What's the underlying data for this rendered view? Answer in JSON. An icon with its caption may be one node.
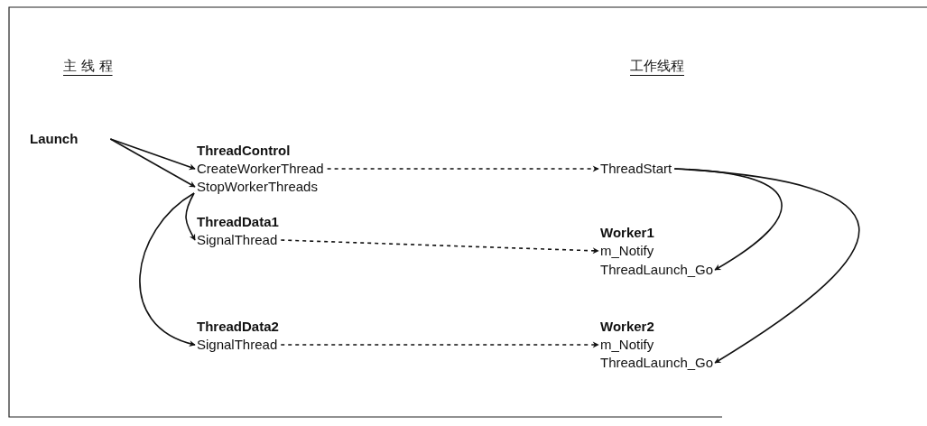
{
  "diagram": {
    "nodes": [
      {
        "text": [
          "Launch"
        ]
      },
      {
        "text": [
          "CreateWorkerThread"
        ]
      },
      {
        "text": [
          "StopWorkerThreads"
        ]
      },
      {
        "text": [
          "SignalThread"
        ]
      },
      {
        "text": [
          "SignalThread"
        ]
      },
      {
        "text": [
          "ThreadStart"
        ]
      },
      {
        "text": [
          "m_Notify"
        ]
      },
      {
        "text": [
          "ThreadLaunch_Go"
        ]
      },
      {
        "text": [
          "m_Notify"
        ]
      },
      {
        "text": [
          "ThreadLaunch_Go"
        ]
      }
    ],
    "edges": [
      {
        "from": 0,
        "to": 1,
        "arrow": "to"
      },
      {
        "from": 0,
        "to": 2,
        "arrow": "to"
      },
      {
        "from": 1,
        "to": 5,
        "arrow": "to",
        "style": "dashed"
      },
      {
        "from": 2,
        "to": 3,
        "arrow": "to"
      },
      {
        "from": 2,
        "to": 4,
        "arrow": "to"
      },
      {
        "from": 3,
        "to": 6,
        "arrow": "to",
        "style": "dashed"
      },
      {
        "from": 4,
        "to": 8,
        "arrow": "to",
        "style": "dashed"
      },
      {
        "from": 5,
        "to": 7,
        "arrow": "to"
      },
      {
        "from": 5,
        "to": 9,
        "arrow": "to"
      }
    ],
    "labels": [
      "主 线 程",
      "工作线程",
      "ThreadControl",
      "ThreadData1",
      "Worker1",
      "ThreadData2",
      "Worker2"
    ]
  }
}
